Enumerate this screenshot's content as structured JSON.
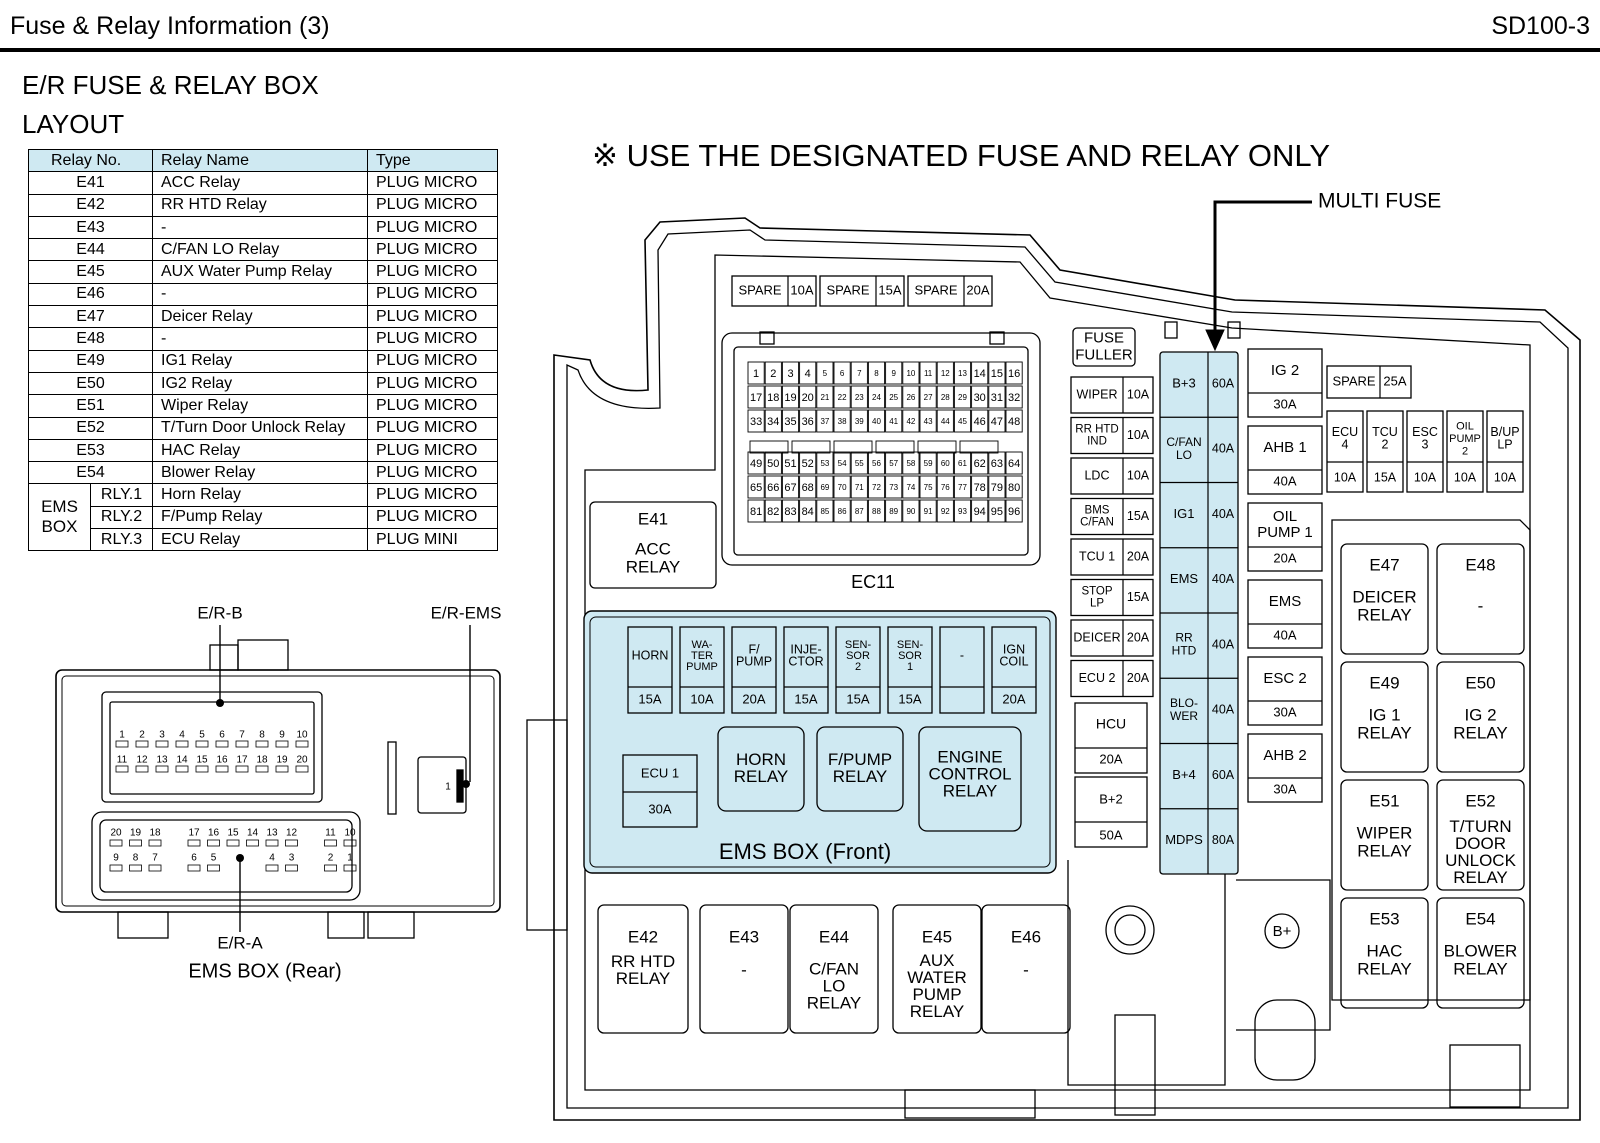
{
  "header": {
    "title": "Fuse & Relay Information (3)",
    "code": "SD100-3"
  },
  "section": {
    "title_line1": "E/R FUSE & RELAY BOX",
    "title_line2": "LAYOUT"
  },
  "notice": "※ USE THE DESIGNATED FUSE AND RELAY ONLY",
  "relay_table": {
    "columns": [
      "Relay No.",
      "Relay Name",
      "Type"
    ],
    "rows": [
      [
        "E41",
        "ACC Relay",
        "PLUG MICRO"
      ],
      [
        "E42",
        "RR HTD Relay",
        "PLUG MICRO"
      ],
      [
        "E43",
        "-",
        "PLUG MICRO"
      ],
      [
        "E44",
        "C/FAN LO Relay",
        "PLUG MICRO"
      ],
      [
        "E45",
        "AUX Water Pump Relay",
        "PLUG MICRO"
      ],
      [
        "E46",
        "-",
        "PLUG MICRO"
      ],
      [
        "E47",
        "Deicer Relay",
        "PLUG MICRO"
      ],
      [
        "E48",
        "-",
        "PLUG MICRO"
      ],
      [
        "E49",
        "IG1 Relay",
        "PLUG MICRO"
      ],
      [
        "E50",
        "IG2 Relay",
        "PLUG MICRO"
      ],
      [
        "E51",
        "Wiper Relay",
        "PLUG MICRO"
      ],
      [
        "E52",
        "T/Turn Door Unlock Relay",
        "PLUG MICRO"
      ],
      [
        "E53",
        "HAC Relay",
        "PLUG MICRO"
      ],
      [
        "E54",
        "Blower Relay",
        "PLUG MICRO"
      ]
    ],
    "ems_group": {
      "label_line1": "EMS",
      "label_line2": "BOX",
      "rows": [
        [
          "RLY.1",
          "Horn Relay",
          "PLUG MICRO"
        ],
        [
          "RLY.2",
          "F/Pump Relay",
          "PLUG MICRO"
        ],
        [
          "RLY.3",
          "ECU Relay",
          "PLUG MINI"
        ]
      ]
    }
  },
  "rear": {
    "label_b": "E/R-B",
    "label_ems": "E/R-EMS",
    "label_a": "E/R-A",
    "caption": "EMS BOX (Rear)",
    "upper_row1": [
      "1",
      "2",
      "3",
      "4",
      "5",
      "6",
      "7",
      "8",
      "9",
      "10"
    ],
    "upper_row2": [
      "11",
      "12",
      "13",
      "14",
      "15",
      "16",
      "17",
      "18",
      "19",
      "20"
    ],
    "lower_row1": [
      "20",
      "19",
      "18",
      "",
      "17",
      "16",
      "15",
      "14",
      "13",
      "12",
      "",
      "11",
      "10"
    ],
    "lower_row2": [
      "9",
      "8",
      "7",
      "",
      "6",
      "5",
      "",
      "",
      "4",
      "3",
      "",
      "2",
      "1"
    ],
    "ems_pin": "1"
  },
  "colors": {
    "fill": "#cfe9f2",
    "line": "#000000"
  },
  "diagram": {
    "multi_fuse_label": "MULTI FUSE",
    "spares_top": [
      {
        "name": "SPARE",
        "amp": "10A"
      },
      {
        "name": "SPARE",
        "amp": "15A"
      },
      {
        "name": "SPARE",
        "amp": "20A"
      }
    ],
    "ec11_label": "EC11",
    "ec11_rows": [
      [
        "1",
        "2",
        "3",
        "4",
        "5",
        "6",
        "7",
        "8",
        "9",
        "10",
        "11",
        "12",
        "13",
        "14",
        "15",
        "16"
      ],
      [
        "17",
        "18",
        "19",
        "20",
        "21",
        "22",
        "23",
        "24",
        "25",
        "26",
        "27",
        "28",
        "29",
        "30",
        "31",
        "32"
      ],
      [
        "33",
        "34",
        "35",
        "36",
        "37",
        "38",
        "39",
        "40",
        "41",
        "42",
        "43",
        "44",
        "45",
        "46",
        "47",
        "48"
      ],
      [
        "49",
        "50",
        "51",
        "52",
        "53",
        "54",
        "55",
        "56",
        "57",
        "58",
        "59",
        "60",
        "61",
        "62",
        "63",
        "64"
      ],
      [
        "65",
        "66",
        "67",
        "68",
        "69",
        "70",
        "71",
        "72",
        "73",
        "74",
        "75",
        "76",
        "77",
        "78",
        "79",
        "80"
      ],
      [
        "81",
        "82",
        "83",
        "84",
        "85",
        "86",
        "87",
        "88",
        "89",
        "90",
        "91",
        "92",
        "93",
        "94",
        "95",
        "96"
      ]
    ],
    "e41": {
      "id": "E41",
      "line1": "ACC",
      "line2": "RELAY"
    },
    "fuse_fuller": [
      "FUSE",
      "FULLER"
    ],
    "mid_fuses": [
      {
        "name": [
          "WIPER"
        ],
        "amp": "10A"
      },
      {
        "name": [
          "RR HTD",
          "IND"
        ],
        "amp": "10A"
      },
      {
        "name": [
          "LDC"
        ],
        "amp": "10A"
      },
      {
        "name": [
          "BMS",
          "C/FAN"
        ],
        "amp": "15A"
      },
      {
        "name": [
          "TCU 1"
        ],
        "amp": "20A"
      },
      {
        "name": [
          "STOP",
          "LP"
        ],
        "amp": "15A"
      },
      {
        "name": [
          "DEICER"
        ],
        "amp": "20A"
      },
      {
        "name": [
          "ECU 2"
        ],
        "amp": "20A"
      }
    ],
    "hcu": {
      "name": "HCU",
      "amp": "20A"
    },
    "b2": {
      "name": "B+2",
      "amp": "50A"
    },
    "multi_fuses": [
      {
        "name": [
          "B+3"
        ],
        "amp": "60A"
      },
      {
        "name": [
          "C/FAN",
          "LO"
        ],
        "amp": "40A"
      },
      {
        "name": [
          "IG1"
        ],
        "amp": "40A"
      },
      {
        "name": [
          "EMS"
        ],
        "amp": "40A"
      },
      {
        "name": [
          "RR",
          "HTD"
        ],
        "amp": "40A"
      },
      {
        "name": [
          "BLO-",
          "WER"
        ],
        "amp": "40A"
      },
      {
        "name": [
          "B+4"
        ],
        "amp": "60A"
      },
      {
        "name": [
          "MDPS"
        ],
        "amp": "80A"
      }
    ],
    "right_col": [
      {
        "name": [
          "IG 2"
        ],
        "amp": "30A"
      },
      {
        "name": [
          "AHB 1"
        ],
        "amp": "40A"
      },
      {
        "name": [
          "OIL",
          "PUMP 1"
        ],
        "amp": "20A"
      },
      {
        "name": [
          "EMS"
        ],
        "amp": "40A"
      },
      {
        "name": [
          "ESC 2"
        ],
        "amp": "30A"
      },
      {
        "name": [
          "AHB 2"
        ],
        "amp": "30A"
      }
    ],
    "spare_25": {
      "name": "SPARE",
      "amp": "25A"
    },
    "small_fuses": [
      {
        "name": [
          "ECU",
          "4"
        ],
        "amp": "10A"
      },
      {
        "name": [
          "TCU",
          "2"
        ],
        "amp": "15A"
      },
      {
        "name": [
          "ESC",
          "3"
        ],
        "amp": "10A"
      },
      {
        "name": [
          "OIL",
          "PUMP",
          "2"
        ],
        "amp": "10A"
      },
      {
        "name": [
          "B/UP",
          "LP"
        ],
        "amp": "10A"
      }
    ],
    "ems_front": {
      "caption": "EMS BOX (Front)",
      "fuses": [
        {
          "name": [
            "HORN"
          ],
          "amp": "15A"
        },
        {
          "name": [
            "WA-",
            "TER",
            "PUMP"
          ],
          "amp": "10A"
        },
        {
          "name": [
            "F/",
            "PUMP"
          ],
          "amp": "20A"
        },
        {
          "name": [
            "INJE-",
            "CTOR"
          ],
          "amp": "15A"
        },
        {
          "name": [
            "SEN-",
            "SOR",
            "2"
          ],
          "amp": "15A"
        },
        {
          "name": [
            "SEN-",
            "SOR",
            "1"
          ],
          "amp": "15A"
        },
        {
          "name": [
            "-"
          ],
          "amp": ""
        },
        {
          "name": [
            "IGN",
            "COIL"
          ],
          "amp": "20A"
        }
      ],
      "ecu1": {
        "name": "ECU 1",
        "amp": "30A"
      },
      "relays": [
        [
          "HORN",
          "RELAY"
        ],
        [
          "F/PUMP",
          "RELAY"
        ],
        [
          "ENGINE",
          "CONTROL",
          "RELAY"
        ]
      ]
    },
    "relays_right": [
      {
        "id": "E47",
        "lines": [
          "DEICER",
          "RELAY"
        ]
      },
      {
        "id": "E48",
        "lines": [
          "-"
        ]
      },
      {
        "id": "E49",
        "lines": [
          "IG 1",
          "RELAY"
        ]
      },
      {
        "id": "E50",
        "lines": [
          "IG 2",
          "RELAY"
        ]
      },
      {
        "id": "E51",
        "lines": [
          "WIPER",
          "RELAY"
        ]
      },
      {
        "id": "E52",
        "lines": [
          "T/TURN",
          "DOOR",
          "UNLOCK",
          "RELAY"
        ]
      },
      {
        "id": "E53",
        "lines": [
          "HAC",
          "RELAY"
        ]
      },
      {
        "id": "E54",
        "lines": [
          "BLOWER",
          "RELAY"
        ]
      }
    ],
    "relays_bottom": [
      {
        "id": "E42",
        "lines": [
          "RR HTD",
          "RELAY"
        ]
      },
      {
        "id": "E43",
        "lines": [
          "-"
        ]
      },
      {
        "id": "E44",
        "lines": [
          "C/FAN",
          "LO",
          "RELAY"
        ]
      },
      {
        "id": "E45",
        "lines": [
          "AUX",
          "WATER",
          "PUMP",
          "RELAY"
        ]
      },
      {
        "id": "E46",
        "lines": [
          "-"
        ]
      }
    ],
    "b_plus_label": "B+"
  }
}
